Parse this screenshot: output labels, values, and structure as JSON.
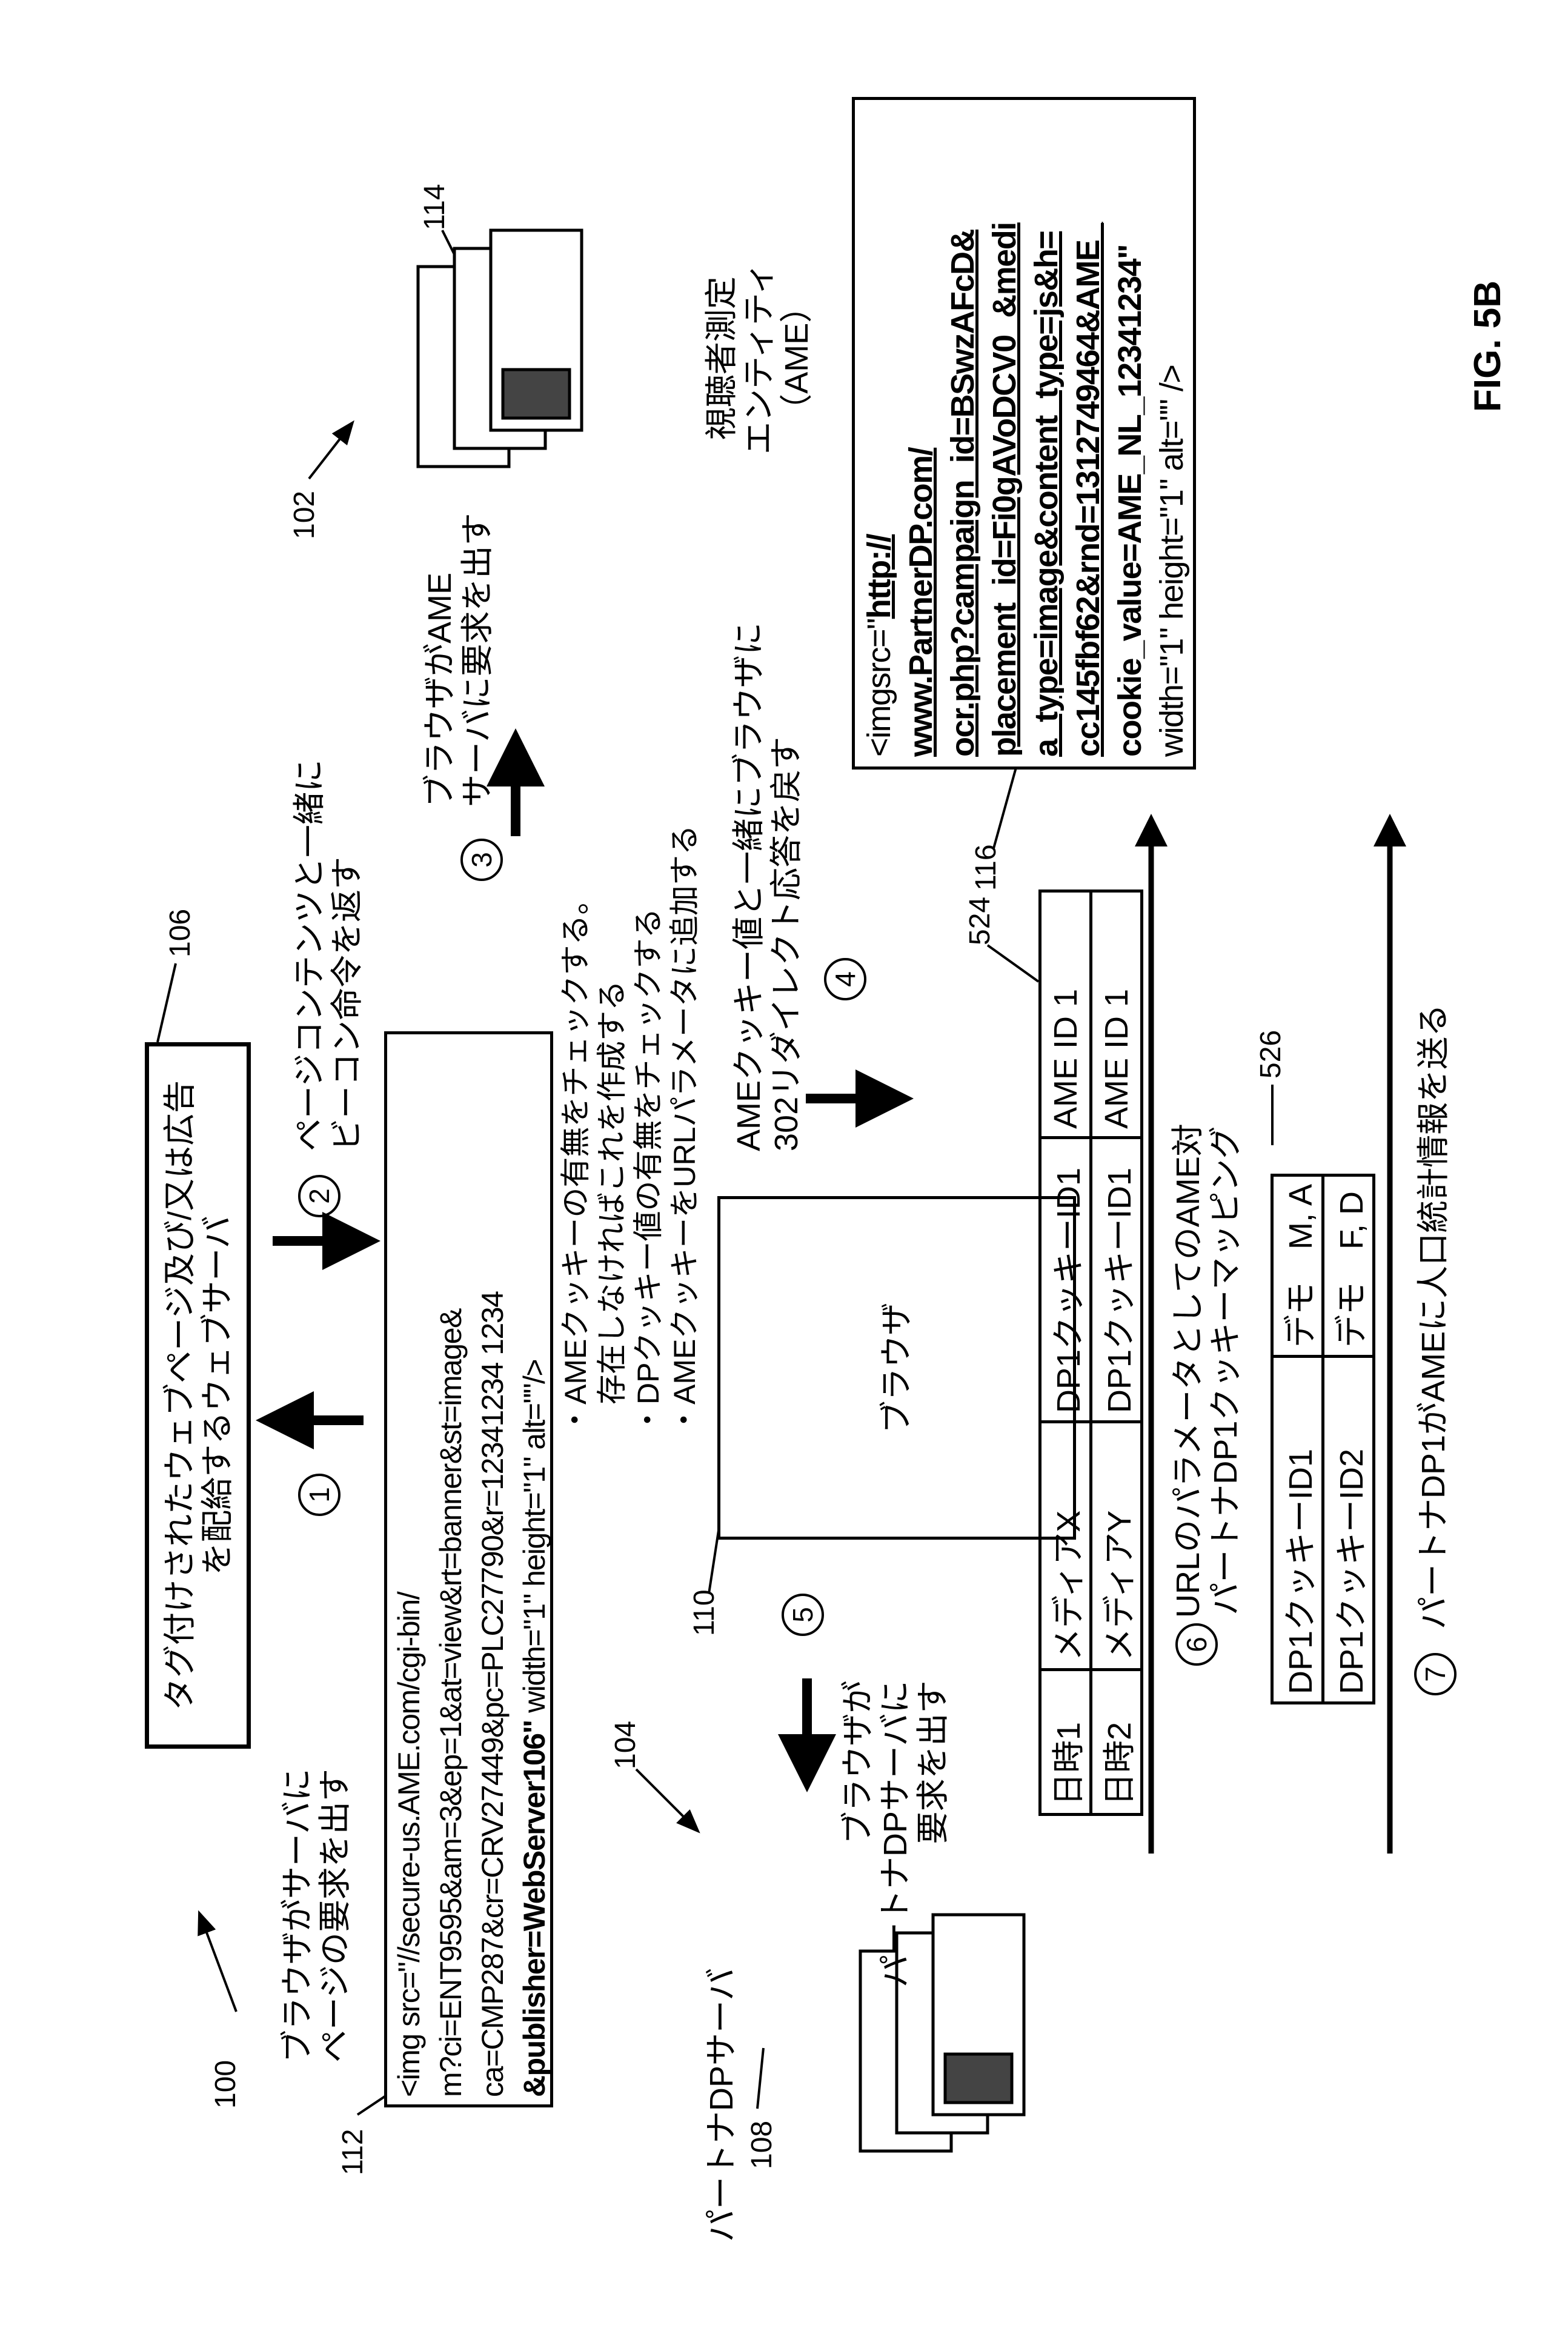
{
  "figure_label": "FIG. 5B",
  "refs": {
    "system": "100",
    "ame": "102",
    "partner_dp": "104",
    "web_server": "106",
    "partner_dp_server": "108",
    "browser": "110",
    "tag": "112",
    "ame_server": "114",
    "redirect_tag": "116",
    "mapping_table": "524",
    "demo_table": "526"
  },
  "web_server": {
    "label": "タグ付けされたウェブページ及び/又は広告を配給するウェブサーバ"
  },
  "tag_box": {
    "lines": [
      "<img src=\"//secure-us.AME.com/cgi-bin/",
      "m?ci=ENT9595&am=3&ep=1&at=view&rt=banner&st=image&",
      "ca=CMP287&cr=CRV27449&pc=PLC27790&r=12341234 1234"
    ],
    "last_bold": "&publisher=WebServer106\"",
    "last_rest": " width=\"1\" height=\"1\" alt=\"\"/>"
  },
  "steps": {
    "s1": {
      "num": "1",
      "lines": [
        "ブラウザがサーバに",
        "ページの要求を出す"
      ]
    },
    "s2": {
      "num": "2",
      "lines": [
        "ページコンテンツと一緒に",
        "ビーコン命令を返す"
      ]
    },
    "s3": {
      "num": "3",
      "lines": [
        "ブラウザがAME",
        "サーバに要求を出す"
      ]
    },
    "s4": {
      "num": "4",
      "lines": [
        "AMEクッキー値と一緒にブラウザに",
        "302リダイレクト応答を戻す"
      ]
    },
    "s5": {
      "num": "5",
      "lines": [
        "ブラウザが",
        "パートナDPサーバに",
        "要求を出す"
      ]
    },
    "s6": {
      "num": "6",
      "lines": [
        "URLのパラメータとしてのAME対",
        "パートナDP1クッキーマッピング"
      ]
    },
    "s7": {
      "num": "7",
      "lines": [
        "パートナDP1がAMEに人口統計情報を送る"
      ]
    }
  },
  "checks": [
    "・AMEクッキーの有無をチェックする。",
    "　存在しなければこれを作成する",
    "・DPクッキー値の有無をチェックする",
    "・AMEクッキーをURLパラメータに追加する"
  ],
  "browser": {
    "label": "ブラウザ"
  },
  "partner_dp_server": {
    "label": "パートナDPサーバ"
  },
  "ame": {
    "lines": [
      "視聴者測定",
      "エンティティ",
      "（AME）"
    ]
  },
  "mapping_table": {
    "rows": [
      [
        "日時1",
        "メディアX",
        "DP1クッキーID1",
        "AME ID 1"
      ],
      [
        "日時2",
        "メディアY",
        "DP1クッキーID1",
        "AME ID 1"
      ]
    ]
  },
  "demo_table": {
    "rows": [
      [
        "DP1クッキーID1",
        "デモ　M, A"
      ],
      [
        "DP1クッキーID2",
        "デモ　F, D"
      ]
    ]
  },
  "redirect_box": {
    "l0": "<imgsrc=\"",
    "l0u": "http://",
    "lines_u": [
      "www.PartnerDP.com/",
      "ocr.php?campaign_id=BSwzAFcD&",
      "placement_id=Fi0gAVoDCV0_&medi",
      "a_type=image&content_type=js&h=",
      "cc145fbf62&rnd=1312749464&AME_"
    ],
    "l6a": "cookie_value=AME_NL_12341234\"",
    "l7": "width=\"1\" height=\"1\" alt=\"\" />"
  }
}
